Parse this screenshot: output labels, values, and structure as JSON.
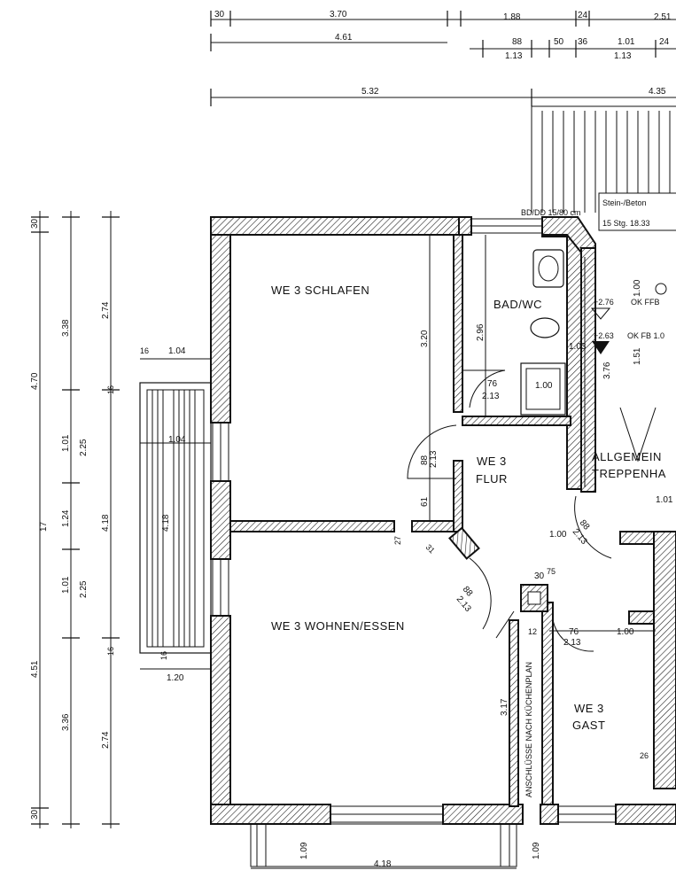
{
  "rooms": {
    "schlafen": "WE 3 SCHLAFEN",
    "bad": "BAD/WC",
    "flur_1": "WE 3",
    "flur_2": "FLUR",
    "wohnen": "WE 3 WOHNEN/ESSEN",
    "gast_1": "WE 3",
    "gast_2": "GAST",
    "treppe_1": "ALLGEMEIN",
    "treppe_2": "TREPPENHA"
  },
  "annotations": {
    "stairs_box_1": "Stein-/Beton",
    "stairs_box_2": "15 Stg. 18.33",
    "bd": "BD/DD 15/80 cm",
    "level_1": "+2.76",
    "level_1_tag": "OK FFB",
    "level_2": "+2.63",
    "level_2_tag": "OK FB 1.0",
    "kitchen": "ANSCHLÜSSE NACH KÜCHENPLAN"
  },
  "dimensions_top": {
    "a1": "30",
    "a2": "3.70",
    "a3": "1.88",
    "a4": "24",
    "a5": "2.51",
    "b1": "4.61",
    "b2": "88",
    "b3": "50",
    "b4": "36",
    "b5": "1.01",
    "b6": "24",
    "c1": "1.13",
    "c2": "1.13",
    "d1": "5.32",
    "d2": "4.35"
  },
  "dimensions_left": {
    "l1": "30",
    "l2": "3.38",
    "l3": "2.74",
    "l4": "4.70",
    "l5": "1.01",
    "l6": "2.25",
    "l7": "1.24",
    "l8": "17",
    "l9": "4.18",
    "l10": "1.01",
    "l11": "2.25",
    "l12": "4.51",
    "l13": "3.36",
    "l14": "2.74",
    "l15": "30"
  },
  "dimensions_inner": {
    "balcony_w": "1.04",
    "balcony_w2": "1.04",
    "balcony_h": "4.18",
    "balcony_b": "1.20",
    "b16a": "16",
    "b16b": "16",
    "b16c": "16",
    "b16d": "16",
    "schlafen_h": "3.20",
    "bad_h": "2.96",
    "bad_w": "1.00",
    "bad_door_a": "76",
    "bad_door_b": "2.13",
    "flur_door_a": "88",
    "flur_door_b": "2.13",
    "flur_61": "61",
    "flur_27": "27",
    "wohn_door_a": "88",
    "wohn_door_b": "2.13",
    "wohn_31": "31",
    "treppe_100": "1.00",
    "treppe_151": "1.51",
    "treppe_376": "3.76",
    "treppe_103": "1.03",
    "treppe_101": "1.01",
    "treppe_door_a": "88",
    "treppe_door_b": "2.13",
    "treppe_100b": "1.00",
    "gast_76": "76",
    "gast_213": "2.13",
    "gast_100": "1.00",
    "gast_12": "12",
    "kitchen_317": "3.17",
    "shaft": "30",
    "shaft_b": "75",
    "gast_26": "26",
    "bottom_418": "4.18",
    "bottom_109a": "1.09",
    "bottom_109b": "1.09"
  }
}
